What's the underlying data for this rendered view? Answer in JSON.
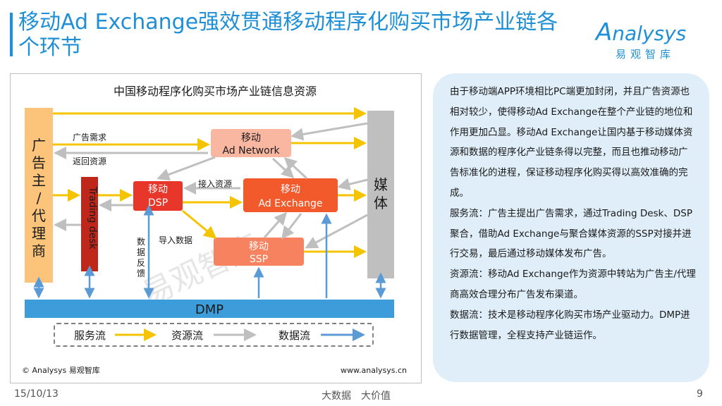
{
  "slide": {
    "title": "移动Ad Exchange强效贯通移动程序化购买市场产业链各个环节"
  },
  "logo": {
    "brand": "nalysys",
    "brand_initial": "A",
    "sub": "易观智库"
  },
  "diagram": {
    "title": "中国移动程序化购买市场产业链信息资源",
    "advertiser": "广告主/代理商",
    "trading_desk": "Trading desk",
    "dsp": [
      "移动",
      "DSP"
    ],
    "ad_network": [
      "移动",
      "Ad Network"
    ],
    "ad_exchange": [
      "移动",
      "Ad Exchange"
    ],
    "ssp": [
      "移动",
      "SSP"
    ],
    "media": "媒体",
    "dmp": "DMP",
    "labels": {
      "ad_demand": "广告需求",
      "return_resource": "返回资源",
      "access_resource": "接入资源",
      "import_data": "导入数据",
      "data_feedback": "数据反馈"
    },
    "legend": {
      "service_flow": "服务流",
      "resource_flow": "资源流",
      "data_flow": "数据流"
    },
    "copyright": "© Analysys 易观智库",
    "website": "www.analysys.cn",
    "watermark": "易观智库",
    "colors": {
      "service": "#f5c400",
      "resource": "#bfbfbf",
      "data": "#5b9bd5",
      "dmp": "#3d9ddb",
      "advertiser": "#fbc47a",
      "trading_desk": "#c0271b",
      "dsp": "#e8372a",
      "ad_network": "#f9b7a2",
      "ad_exchange": "#f25a2b",
      "ssp": "#f7825f",
      "media": "#bfbfbf"
    }
  },
  "panel": {
    "paragraphs": [
      "由于移动端APP环境相比PC端更加封闭，并且广告资源也相对较少，使得移动Ad Exchange在整个产业链的地位和作用更加凸显。移动Ad Exchange让国内基于移动媒体资源和数据的程序化产业链条得以完整，而且也推动移动广告标准化的进程，保证移动程序化购买得以高效准确的完成。",
      "服务流：广告主提出广告需求，通过Trading Desk、DSP聚合，借助Ad Exchange与聚合媒体资源的SSP对接并进行交易，最后通过移动媒体发布广告。",
      "资源流：移动Ad Exchange作为资源中转站为广告主/代理商高效合理分布广告发布渠道。",
      "数据流：技术是移动程序化购买市场产业驱动力。DMP进行数据管理，全程支持产业链运作。"
    ]
  },
  "footer": {
    "date": "15/10/13",
    "slogan": "大数据　大价值",
    "page": "9"
  }
}
